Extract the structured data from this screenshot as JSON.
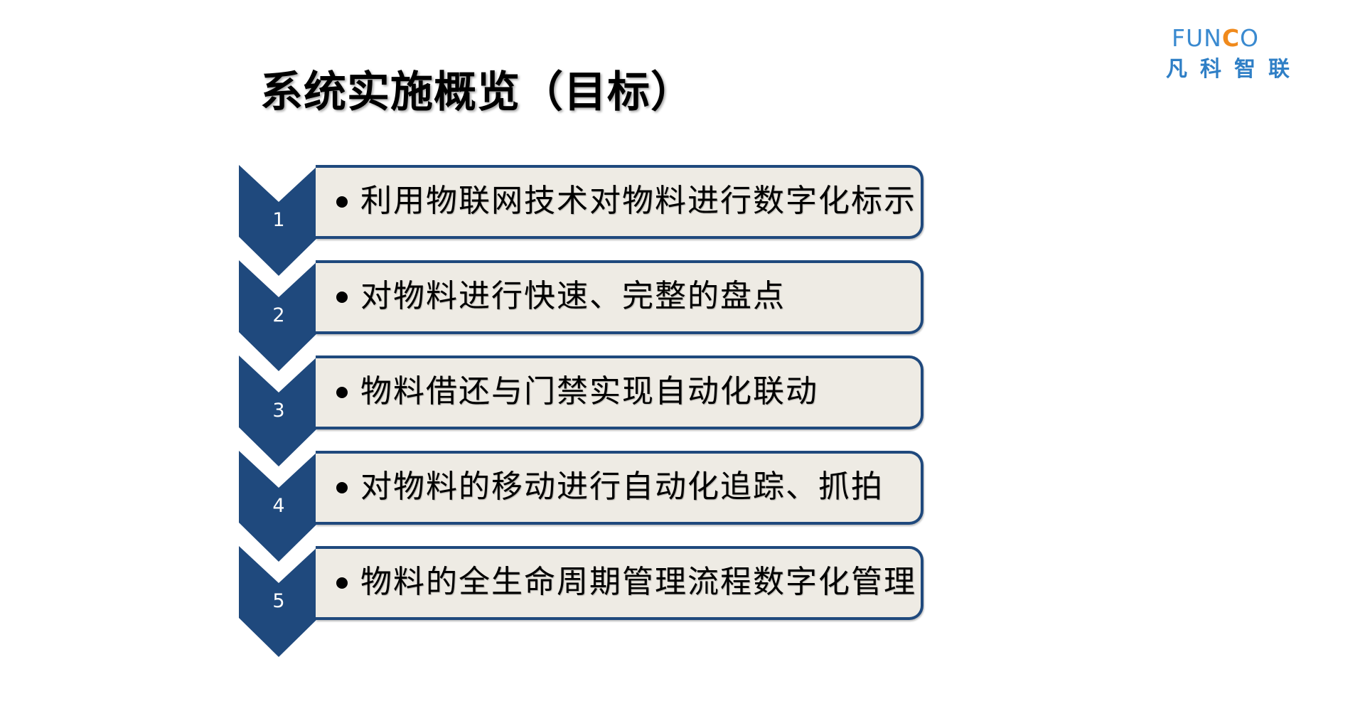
{
  "slide": {
    "title": "系统实施概览（目标）",
    "logo": {
      "en_prefix": "FUN",
      "en_accent": "C",
      "en_suffix": "O",
      "cn": "凡科智联",
      "colors": {
        "primary": "#3a8ad0",
        "accent": "#f08a1c"
      }
    },
    "colors": {
      "chevron": "#1f497d",
      "box_fill": "#eeebe4",
      "box_border": "#1f497d"
    },
    "steps": [
      {
        "number": "1",
        "text": "利用物联网技术对物料进行数字化标示"
      },
      {
        "number": "2",
        "text": "对物料进行快速、完整的盘点"
      },
      {
        "number": "3",
        "text": "物料借还与门禁实现自动化联动"
      },
      {
        "number": "4",
        "text": "对物料的移动进行自动化追踪、抓拍"
      },
      {
        "number": "5",
        "text": "物料的全生命周期管理流程数字化管理"
      }
    ]
  }
}
